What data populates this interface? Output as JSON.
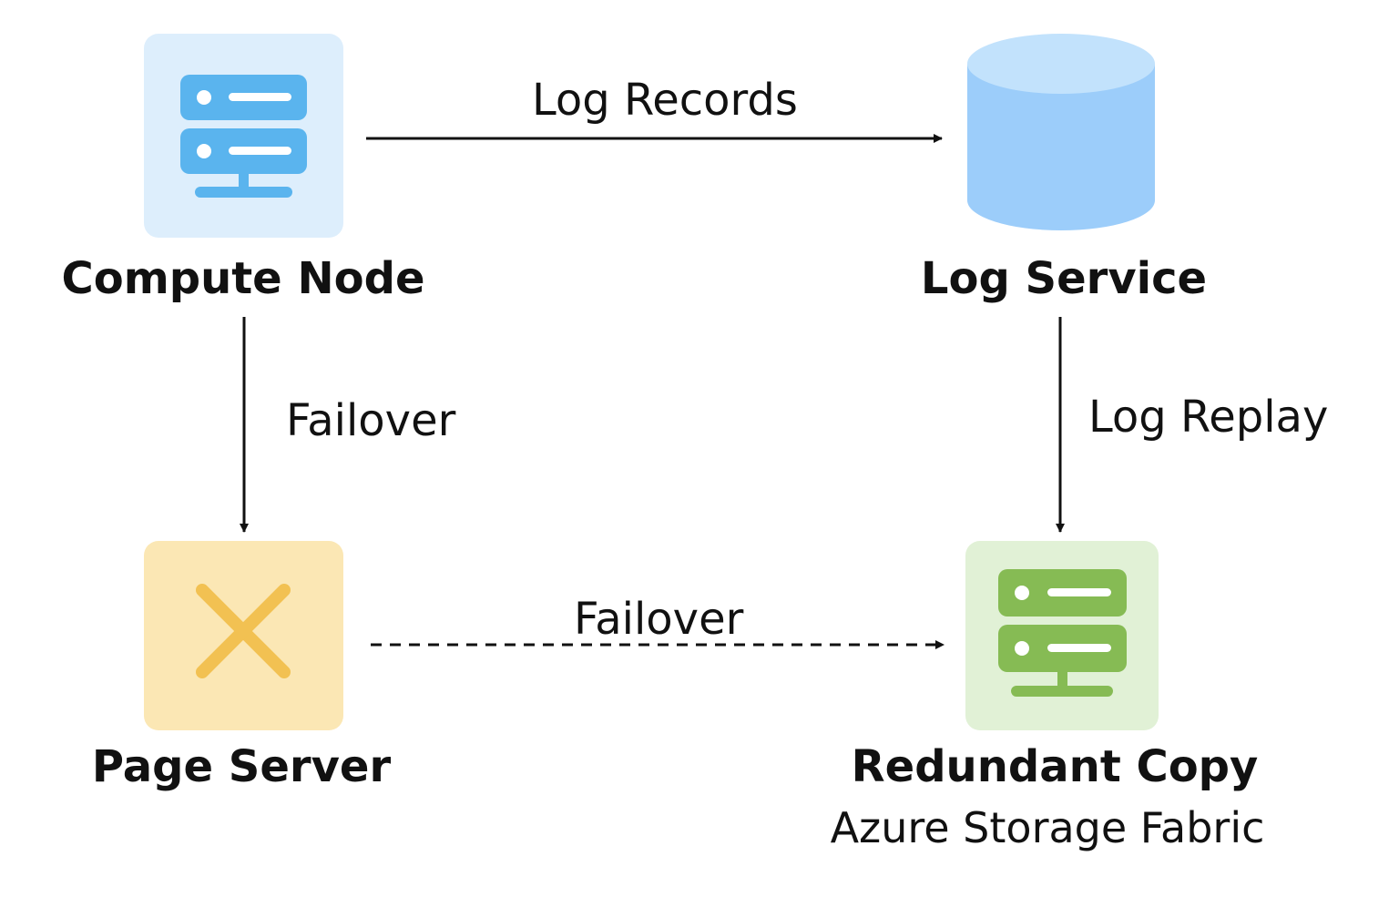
{
  "nodes": {
    "compute_node": {
      "label": "Compute Node",
      "icon": "server-icon",
      "color": "#5ab4ee",
      "tile_color": "#ddeefc"
    },
    "log_service": {
      "label": "Log Service",
      "icon": "database-cylinder-icon",
      "color": "#9ccdfa",
      "top_color": "#c2e2fc"
    },
    "page_server": {
      "label": "Page Server",
      "icon": "x-mark-icon",
      "color": "#f2c152",
      "tile_color": "#fbe7b4"
    },
    "redundant_copy": {
      "label": "Redundant Copy",
      "sublabel": "Azure Storage Fabric",
      "icon": "server-icon",
      "color": "#86bb54",
      "tile_color": "#e1f1d6"
    }
  },
  "edges": {
    "log_records": {
      "label": "Log Records",
      "style": "solid"
    },
    "failover_vertical": {
      "label": "Failover",
      "style": "solid"
    },
    "log_replay": {
      "label": "Log Replay",
      "style": "solid"
    },
    "failover_horizontal": {
      "label": "Failover",
      "style": "dashed"
    }
  }
}
